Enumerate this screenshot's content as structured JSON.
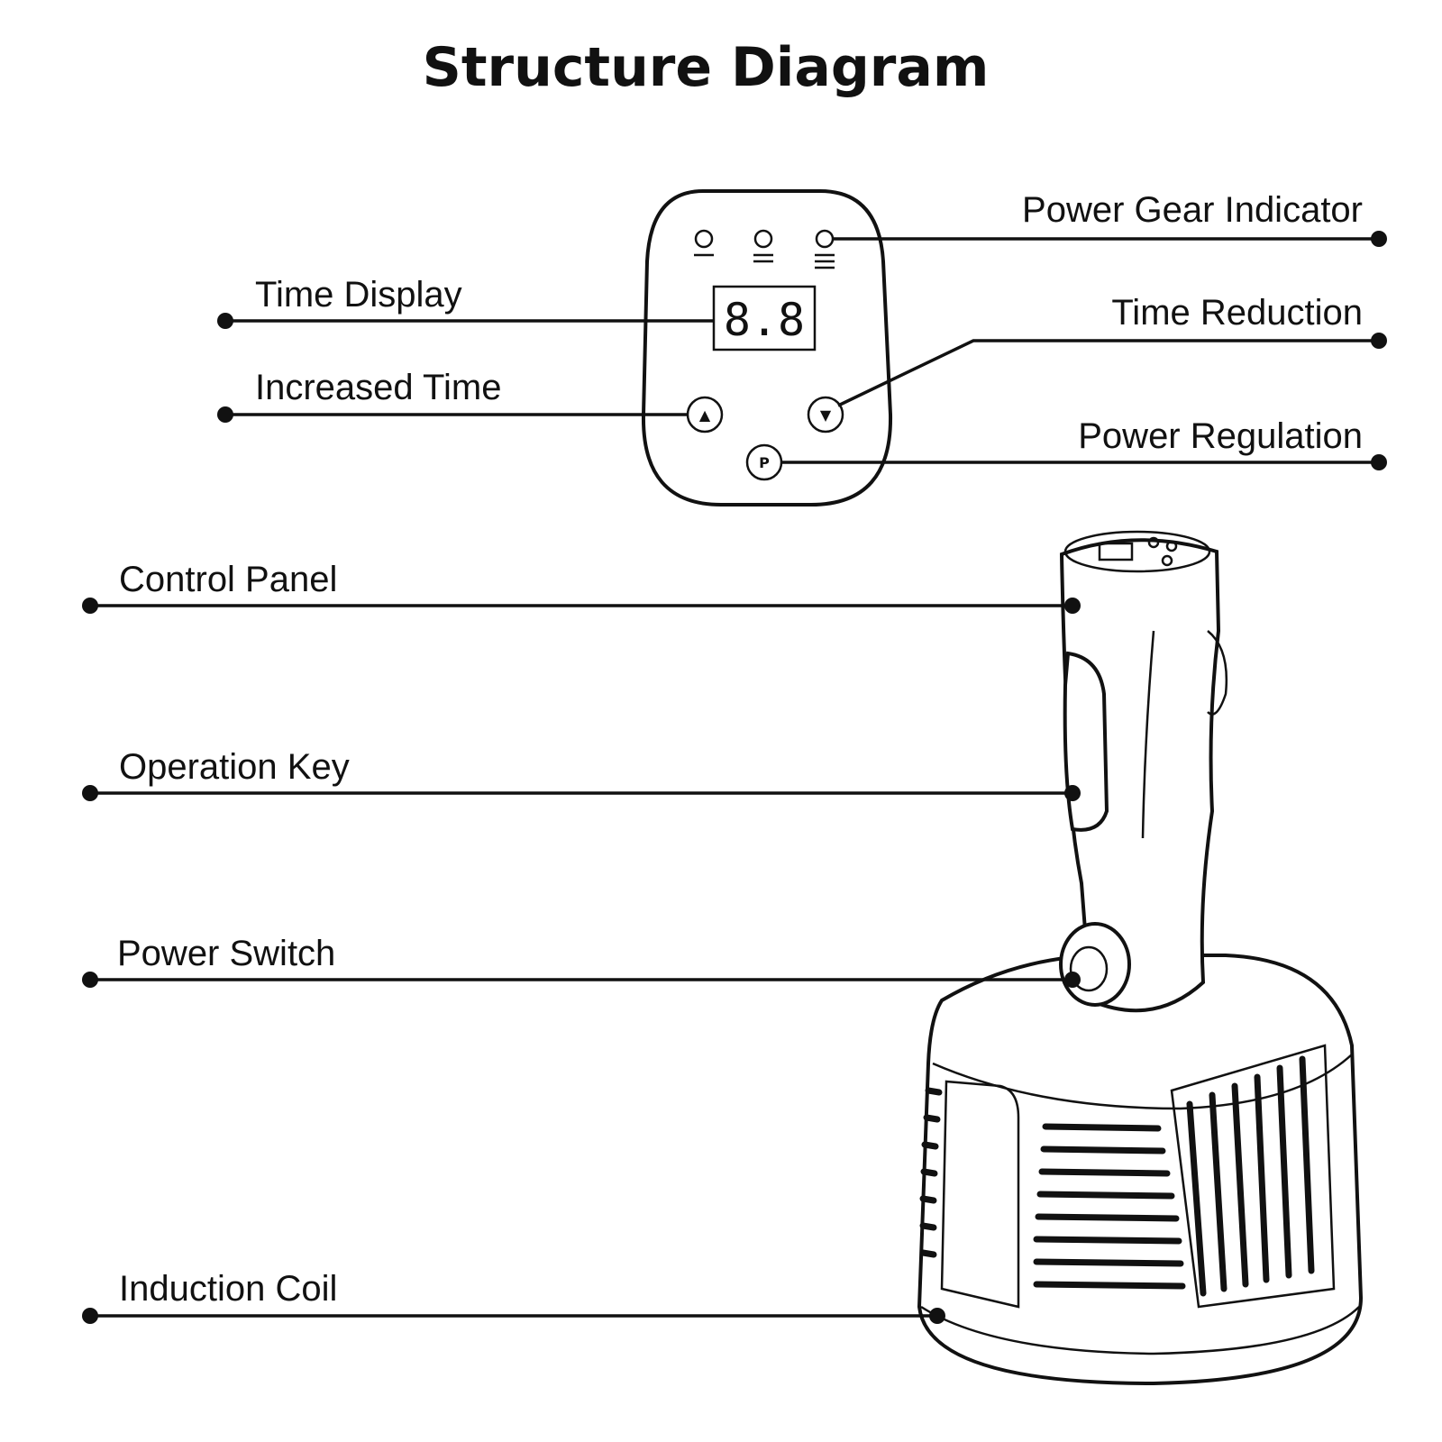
{
  "title": "Structure Diagram",
  "panel": {
    "display_value": "8.8",
    "up_symbol": "▲",
    "down_symbol": "▼",
    "power_key_label": "P"
  },
  "callouts": {
    "power_gear_indicator": "Power Gear Indicator",
    "time_display": "Time Display",
    "time_reduction": "Time Reduction",
    "increased_time": "Increased Time",
    "power_regulation": "Power Regulation",
    "control_panel": "Control Panel",
    "operation_key": "Operation Key",
    "power_switch": "Power Switch",
    "induction_coil": "Induction Coil"
  }
}
